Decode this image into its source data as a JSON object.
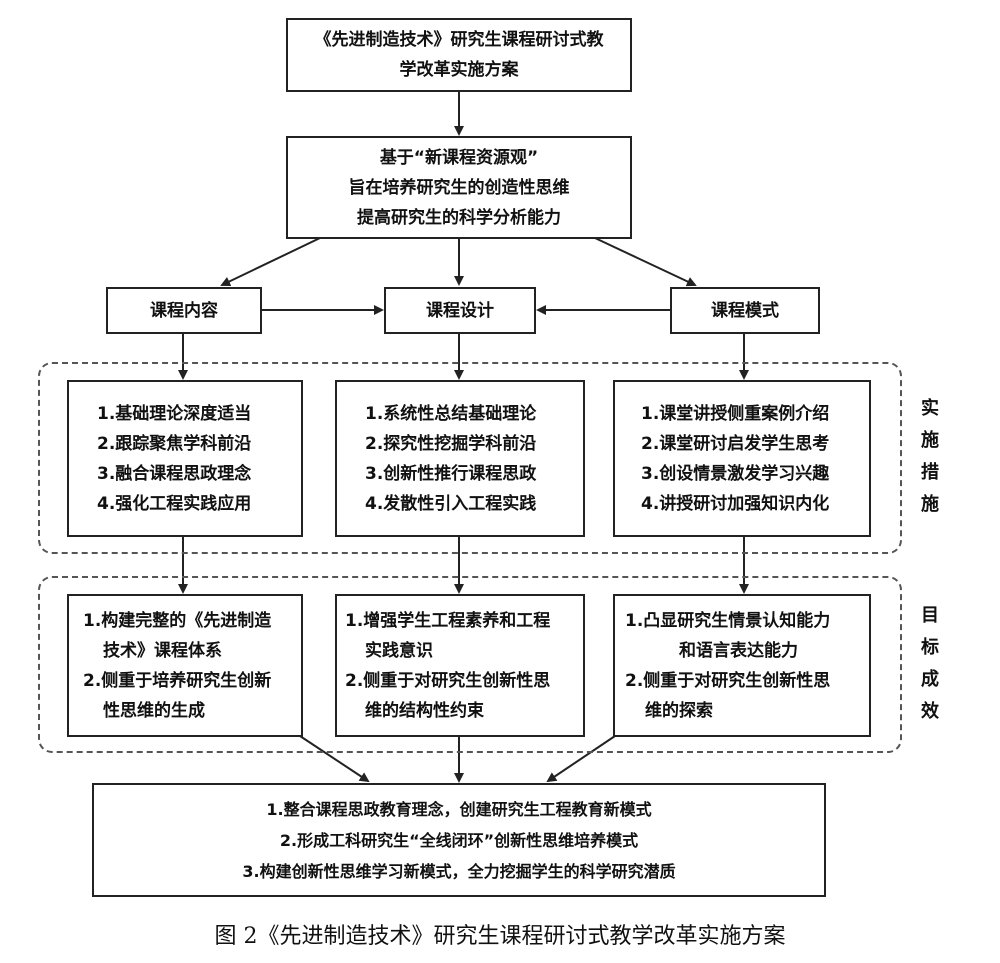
{
  "top": {
    "lines": [
      "《先进制造技术》研究生课程研讨式教",
      "学改革实施方案"
    ]
  },
  "basis": {
    "lines": [
      "基于“新课程资源观”",
      "旨在培养研究生的创造性思维",
      "提高研究生的科学分析能力"
    ]
  },
  "categories": {
    "content": "课程内容",
    "design": "课程设计",
    "mode": "课程模式"
  },
  "measures": {
    "label": [
      "实",
      "施",
      "措",
      "施"
    ],
    "content": [
      "1.基础理论深度适当",
      "2.跟踪聚焦学科前沿",
      "3.融合课程思政理念",
      "4.强化工程实践应用"
    ],
    "design": [
      "1.系统性总结基础理论",
      "2.探究性挖掘学科前沿",
      "3.创新性推行课程思政",
      "4.发散性引入工程实践"
    ],
    "mode": [
      "1.课堂讲授侧重案例介绍",
      "2.课堂研讨启发学生思考",
      "3.创设情景激发学习兴趣",
      "4.讲授研讨加强知识内化"
    ]
  },
  "goals": {
    "label": [
      "目",
      "标",
      "成",
      "效"
    ],
    "content": [
      "1.构建完整的《先进制造",
      "技术》课程体系",
      "2.侧重于培养研究生创新",
      "性思维的生成"
    ],
    "design": [
      "1.增强学生工程素养和工程",
      "实践意识",
      "2.侧重于对研究生创新性思",
      "维的结构性约束"
    ],
    "mode": [
      "1.凸显研究生情景认知能力",
      "和语言表达能力",
      "2.侧重于对研究生创新性思",
      "维的探索"
    ]
  },
  "outcome": {
    "lines": [
      "1.整合课程思政教育理念，创建研究生工程教育新模式",
      "2.形成工科研究生“全线闭环”创新性思维培养模式",
      "3.构建创新性思维学习新模式，全力挖掘学生的科学研究潜质"
    ]
  },
  "caption": "图 2《先进制造技术》研究生课程研讨式教学改革实施方案"
}
